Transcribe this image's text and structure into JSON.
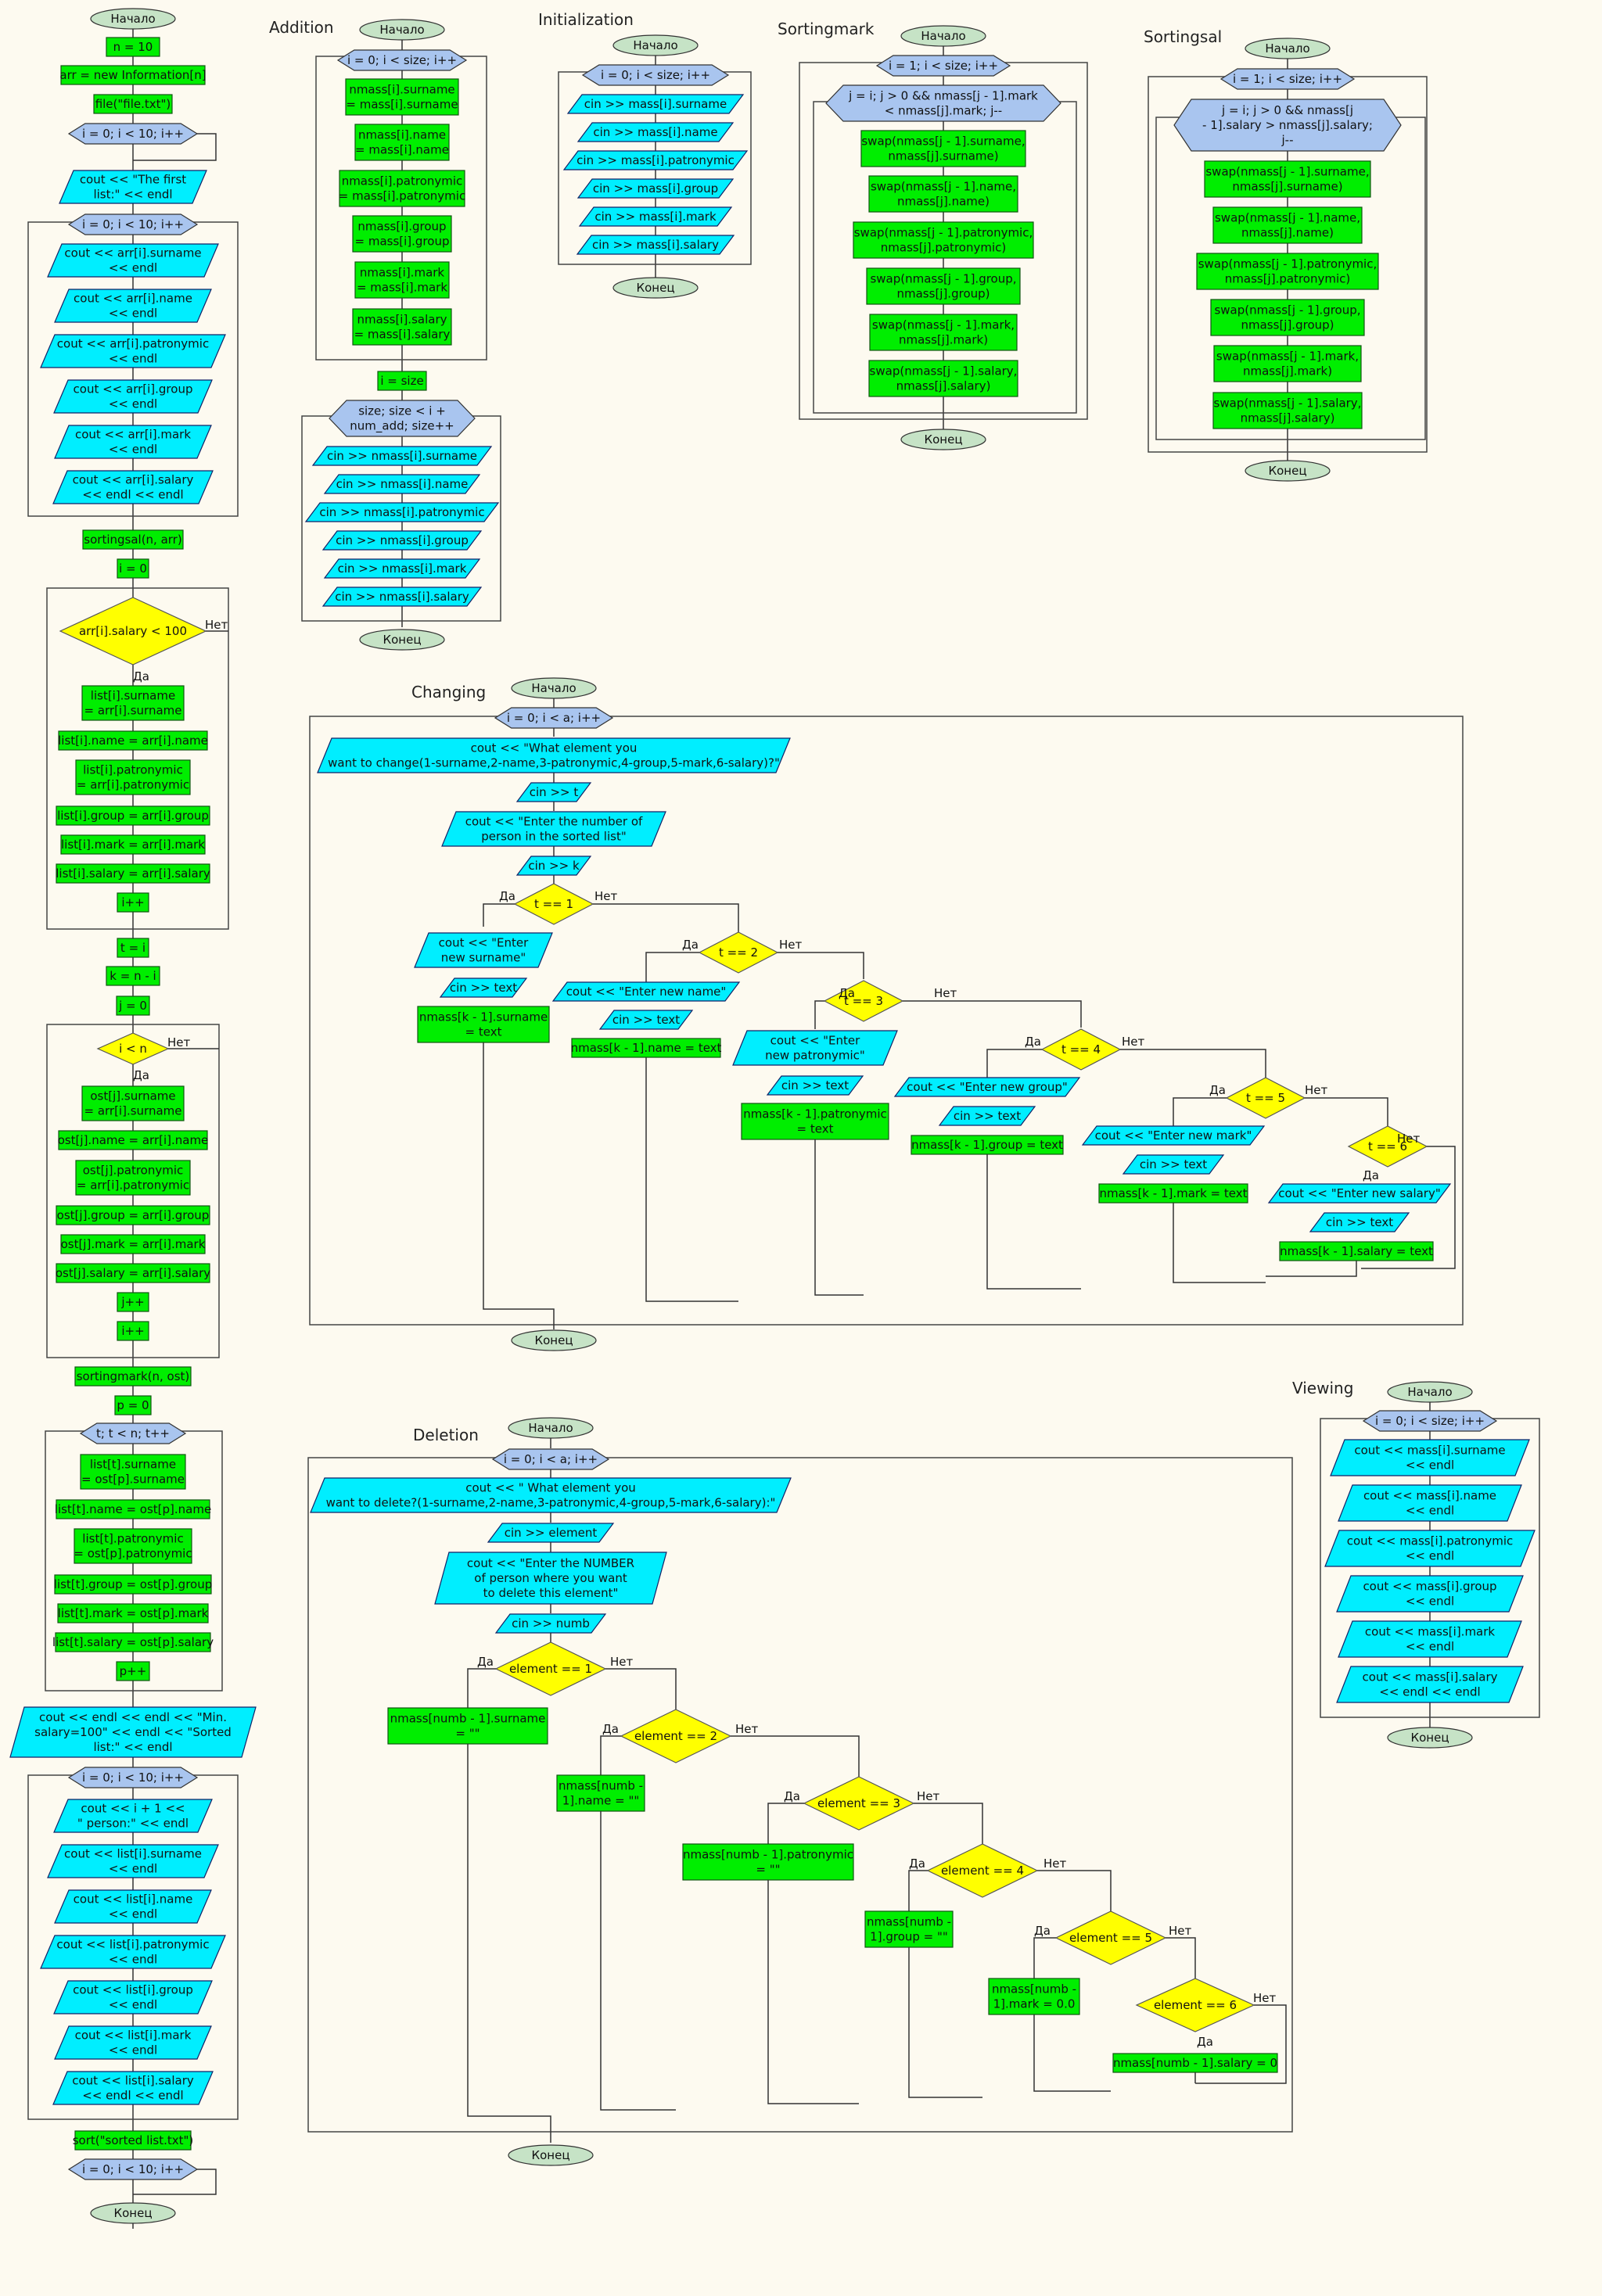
{
  "texts": {
    "term_start": "Начало",
    "term_end": "Конец",
    "yes": "Да",
    "no": "Нет",
    "sec_addition": "Addition",
    "sec_initialization": "Initialization",
    "sec_sortingmark": "Sortingmark",
    "sec_sortingsal": "Sortingsal",
    "sec_changing": "Changing",
    "sec_deletion": "Deletion",
    "sec_viewing": "Viewing",
    "m1": "n = 10",
    "m2": "arr = new Information[n]",
    "m3": "file(\"file.txt\")",
    "m4": "i = 0; i < 10; i++",
    "m5": "cout << \"The first\nlist:\" << endl",
    "m6": "i = 0; i < 10; i++",
    "m7": "cout << arr[i].surname\n<< endl",
    "m8": "cout << arr[i].name\n<< endl",
    "m9": "cout << arr[i].patronymic\n<< endl",
    "m10": "cout << arr[i].group\n<< endl",
    "m11": "cout << arr[i].mark\n<< endl",
    "m12": "cout << arr[i].salary\n<< endl << endl",
    "m13": "sortingsal(n, arr)",
    "m14": "i = 0",
    "m15": "arr[i].salary < 100",
    "m16": "list[i].surname\n= arr[i].surname",
    "m17": "list[i].name = arr[i].name",
    "m18": "list[i].patronymic\n= arr[i].patronymic",
    "m19": "list[i].group = arr[i].group",
    "m20": "list[i].mark = arr[i].mark",
    "m21": "list[i].salary = arr[i].salary",
    "m22": "i++",
    "m23": "t = i",
    "m24": "k = n - i",
    "m25": "j = 0",
    "m26": "i < n",
    "m27": "ost[j].surname\n= arr[i].surname",
    "m28": "ost[j].name = arr[i].name",
    "m29": "ost[j].patronymic\n= arr[i].patronymic",
    "m30": "ost[j].group = arr[i].group",
    "m31": "ost[j].mark = arr[i].mark",
    "m32": "ost[j].salary = arr[i].salary",
    "m33": "j++",
    "m34": "i++",
    "m35": "sortingmark(n, ost)",
    "m36": "p = 0",
    "m37": "t; t < n; t++",
    "m38": "list[t].surname\n= ost[p].surname",
    "m39": "list[t].name = ost[p].name",
    "m40": "list[t].patronymic\n= ost[p].patronymic",
    "m41": "list[t].group = ost[p].group",
    "m42": "list[t].mark = ost[p].mark",
    "m43": "list[t].salary = ost[p].salary",
    "m44": "p++",
    "m45": "cout << endl << endl << \"Min.\nsalary=100\" << endl << \"Sorted\nlist:\" << endl",
    "m46": "i = 0; i < 10; i++",
    "m47": "cout << i + 1 <<\n\" person:\" << endl",
    "m48": "cout << list[i].surname\n<< endl",
    "m49": "cout << list[i].name\n<< endl",
    "m50": "cout << list[i].patronymic\n<< endl",
    "m51": "cout << list[i].group\n<< endl",
    "m52": "cout << list[i].mark\n<< endl",
    "m53": "cout << list[i].salary\n<< endl << endl",
    "m54": "sort(\"sorted list.txt\")",
    "m55": "i = 0; i < 10; i++",
    "a1": "i = 0; i < size; i++",
    "a2": "nmass[i].surname\n= mass[i].surname",
    "a3": "nmass[i].name\n= mass[i].name",
    "a4": "nmass[i].patronymic\n= mass[i].patronymic",
    "a5": "nmass[i].group\n= mass[i].group",
    "a6": "nmass[i].mark\n= mass[i].mark",
    "a7": "nmass[i].salary\n= mass[i].salary",
    "a8": "i = size",
    "a9": "size; size < i +\nnum_add; size++",
    "a10": "cin >> nmass[i].surname",
    "a11": "cin >> nmass[i].name",
    "a12": "cin >> nmass[i].patronymic",
    "a13": "cin >> nmass[i].group",
    "a14": "cin >> nmass[i].mark",
    "a15": "cin >> nmass[i].salary",
    "i1": "i = 0; i < size; i++",
    "i2": "cin >> mass[i].surname",
    "i3": "cin >> mass[i].name",
    "i4": "cin >> mass[i].patronymic",
    "i5": "cin >> mass[i].group",
    "i6": "cin >> mass[i].mark",
    "i7": "cin >> mass[i].salary",
    "sm1": "i = 1; i < size; i++",
    "sm2": "j = i; j > 0 && nmass[j - 1].mark\n< nmass[j].mark; j--",
    "sm3": "swap(nmass[j - 1].surname,\nnmass[j].surname)",
    "sm4": "swap(nmass[j - 1].name,\nnmass[j].name)",
    "sm5": "swap(nmass[j - 1].patronymic,\nnmass[j].patronymic)",
    "sm6": "swap(nmass[j - 1].group,\nnmass[j].group)",
    "sm7": "swap(nmass[j - 1].mark,\nnmass[j].mark)",
    "sm8": "swap(nmass[j - 1].salary,\nnmass[j].salary)",
    "ss1": "i = 1; i < size; i++",
    "ss2": "j = i; j > 0 && nmass[j\n- 1].salary > nmass[j].salary;\nj--",
    "ss3": "swap(nmass[j - 1].surname,\nnmass[j].surname)",
    "ss4": "swap(nmass[j - 1].name,\nnmass[j].name)",
    "ss5": "swap(nmass[j - 1].patronymic,\nnmass[j].patronymic)",
    "ss6": "swap(nmass[j - 1].group,\nnmass[j].group)",
    "ss7": "swap(nmass[j - 1].mark,\nnmass[j].mark)",
    "ss8": "swap(nmass[j - 1].salary,\nnmass[j].salary)",
    "c1": "i = 0; i < a; i++",
    "c2": "cout << \"What element you\nwant to change(1-surname,2-name,3-patronymic,4-group,5-mark,6-salary)?\"",
    "c3": "cin >> t",
    "c4": "cout << \"Enter the number of\nperson in the sorted list\"",
    "c5": "cin >> k",
    "c6": "t == 1",
    "c7": "cout << \"Enter\nnew surname\"",
    "c8": "cin >> text",
    "c9": "nmass[k - 1].surname\n= text",
    "c10": "t == 2",
    "c11": "cout << \"Enter new name\"",
    "c12": "cin >> text",
    "c13": "nmass[k - 1].name = text",
    "c14": "t == 3",
    "c15": "cout << \"Enter\nnew patronymic\"",
    "c16": "cin >> text",
    "c17": "nmass[k - 1].patronymic\n= text",
    "c18": "t == 4",
    "c19": "cout << \"Enter new group\"",
    "c20": "cin >> text",
    "c21": "nmass[k - 1].group = text",
    "c22": "t == 5",
    "c23": "cout << \"Enter new mark\"",
    "c24": "cin >> text",
    "c25": "nmass[k - 1].mark = text",
    "c26": "t == 6",
    "c27": "cout << \"Enter new salary\"",
    "c28": "cin >> text",
    "c29": "nmass[k - 1].salary = text",
    "d1": "i = 0; i < a; i++",
    "d2": "cout << \"  What element you\nwant to delete?(1-surname,2-name,3-patronymic,4-group,5-mark,6-salary):\"",
    "d3": "cin >> element",
    "d4": "cout << \"Enter the NUMBER\nof person where you want\nto delete this element\"",
    "d5": "cin >> numb",
    "d6": "element == 1",
    "d7": "nmass[numb - 1].surname\n= \"\"",
    "d8": "element == 2",
    "d9": "nmass[numb -\n1].name = \"\"",
    "d10": "element == 3",
    "d11": "nmass[numb - 1].patronymic\n= \"\"",
    "d12": "element == 4",
    "d13": "nmass[numb -\n1].group = \"\"",
    "d14": "element == 5",
    "d15": "nmass[numb -\n1].mark = 0.0",
    "d16": "element == 6",
    "d17": "nmass[numb - 1].salary = 0",
    "v1": "i = 0; i < size; i++",
    "v2": "cout << mass[i].surname\n<< endl",
    "v3": "cout << mass[i].name\n<< endl",
    "v4": "cout << mass[i].patronymic\n<< endl",
    "v5": "cout << mass[i].group\n<< endl",
    "v6": "cout << mass[i].mark\n<< endl",
    "v7": "cout << mass[i].salary\n<< endl << endl"
  },
  "colors": {
    "process": "#00ee00",
    "io": "#00eeff",
    "loop": "#a9c5ef",
    "decision": "#ffff00",
    "terminal": "#c6e3c6",
    "background": "#fdfaf0"
  }
}
